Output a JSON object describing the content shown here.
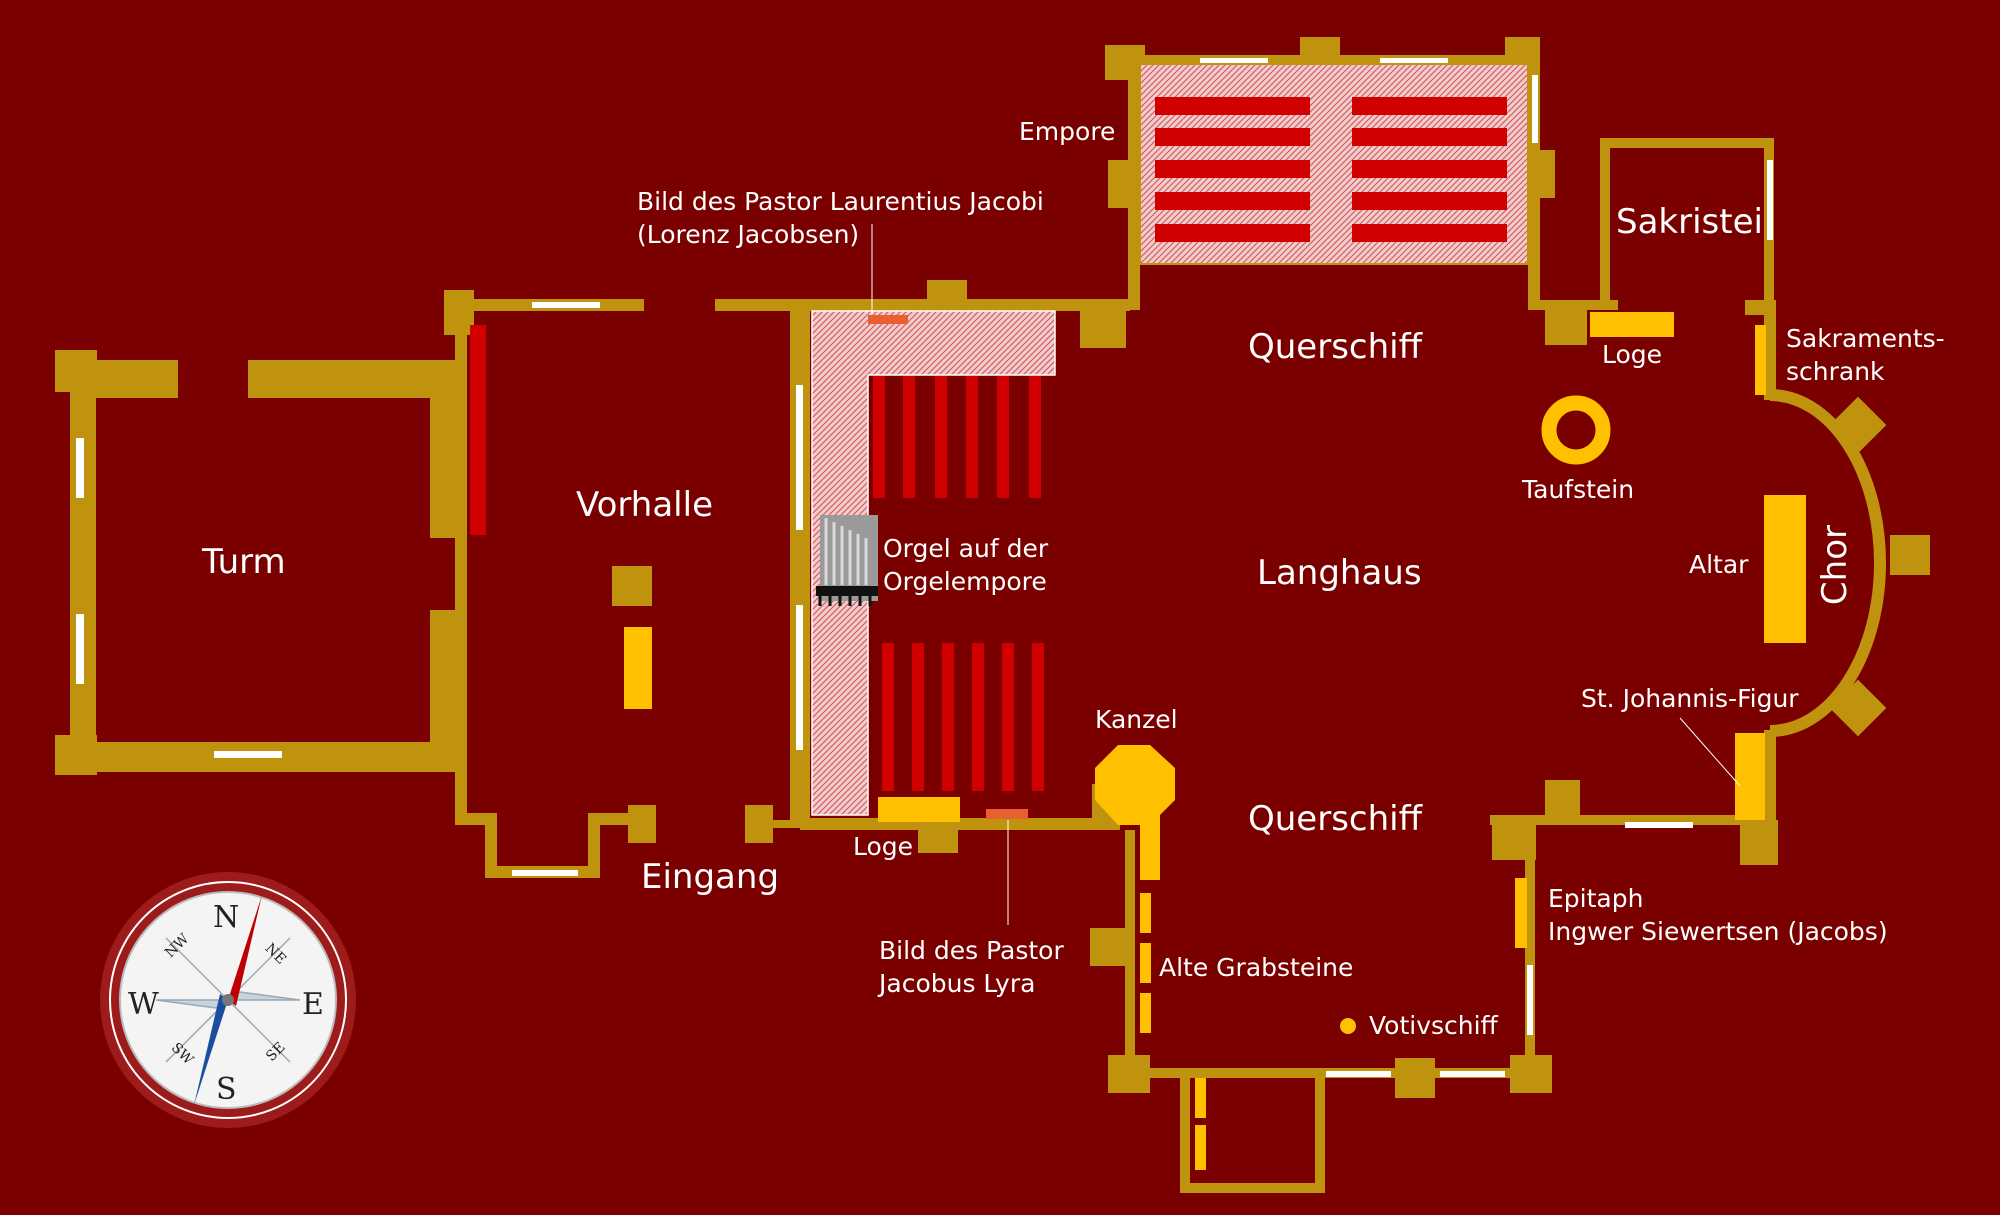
{
  "colors": {
    "background": "#7a0000",
    "wall": "#c0930f",
    "furniture": "#ffc000",
    "pews": "#d00000",
    "gallery": "#e8b4b4",
    "paintings": "#e86030",
    "window": "#ffffff"
  },
  "labels": {
    "turm": "Turm",
    "vorhalle": "Vorhalle",
    "eingang": "Eingang",
    "empore": "Empore",
    "bild_jacobi": [
      "Bild des Pastor Laurentius Jacobi",
      "(Lorenz Jacobsen)"
    ],
    "orgel": [
      "Orgel auf der",
      "Orgelempore"
    ],
    "loge_south": "Loge",
    "bild_lyra": [
      "Bild des Pastor",
      "Jacobus Lyra"
    ],
    "kanzel": "Kanzel",
    "querschiff_north": "Querschiff",
    "langhaus": "Langhaus",
    "querschiff_south": "Querschiff",
    "sakristei": "Sakristei",
    "loge_north": "Loge",
    "sakramentsschrank": [
      "Sakraments-",
      "schrank"
    ],
    "taufstein": "Taufstein",
    "altar": "Altar",
    "chor": "Chor",
    "johannis": "St. Johannis-Figur",
    "epitaph": [
      "Epitaph",
      "Ingwer Siewertsen (Jacobs)"
    ],
    "grabsteine": "Alte Grabsteine",
    "votivschiff": "Votivschiff"
  },
  "compass": {
    "n": "N",
    "s": "S",
    "e": "E",
    "w": "W",
    "nw": "NW",
    "ne": "NE",
    "sw": "SW",
    "se": "SE"
  }
}
